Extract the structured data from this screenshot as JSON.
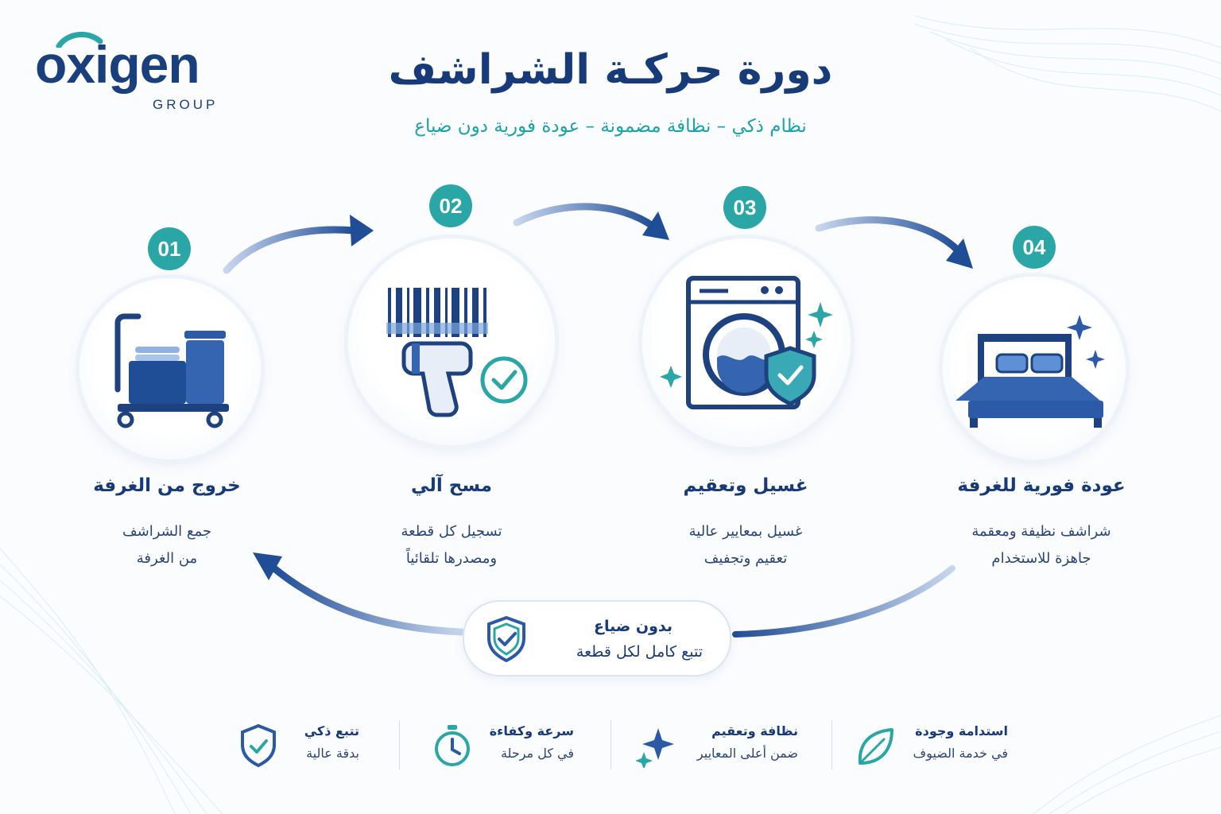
{
  "brand": {
    "name": "oxigen",
    "sub": "GROUP"
  },
  "header": {
    "title": "دورة حركـة الشراشف",
    "subtitle": "نظام ذكي – نظافة مضمونة – عودة فورية دون ضياع"
  },
  "steps": [
    {
      "number": "01",
      "title": "خروج من الغرفة",
      "line1": "جمع الشراشف",
      "line2": "من الغرفة",
      "icon": "linen-cart-icon"
    },
    {
      "number": "02",
      "title": "مسح آلي",
      "line1": "تسجيل كل قطعة",
      "line2": "ومصدرها تلقائياً",
      "icon": "barcode-scanner-icon"
    },
    {
      "number": "03",
      "title": "غسيل وتعقيم",
      "line1": "غسيل بمعايير عالية",
      "line2": "تعقيم وتجفيف",
      "icon": "washing-machine-icon"
    },
    {
      "number": "04",
      "title": "عودة فورية للغرفة",
      "line1": "شراشف نظيفة ومعقمة",
      "line2": "جاهزة للاستخدام",
      "icon": "bed-icon"
    }
  ],
  "loss_free": {
    "title": "بدون ضياع",
    "subtitle": "تتبع كامل لكل قطعة",
    "icon": "shield-check-icon"
  },
  "features": [
    {
      "title": "تتبع ذكي",
      "subtitle": "بدقة عالية",
      "icon": "shield-check-icon"
    },
    {
      "title": "سرعة وكفاءة",
      "subtitle": "في كل مرحلة",
      "icon": "stopwatch-icon"
    },
    {
      "title": "نظافة وتعقيم",
      "subtitle": "ضمن أعلى المعايير",
      "icon": "sparkle-icon"
    },
    {
      "title": "استدامة وجودة",
      "subtitle": "في خدمة الضيوف",
      "icon": "leaf-icon"
    }
  ],
  "colors": {
    "navy": "#173a78",
    "teal": "#2aa6a6",
    "blue": "#3565b0",
    "light": "#eef3fa"
  }
}
